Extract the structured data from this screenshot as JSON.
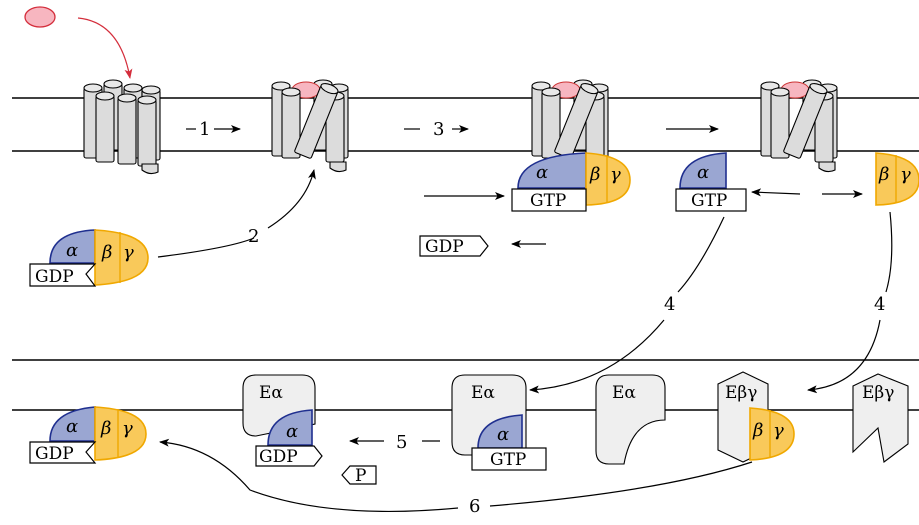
{
  "colors": {
    "ligand": "#f7b6c0",
    "ligand_arrow": "#d42e3c",
    "alpha_fill": "#9aa6d2",
    "alpha_stroke": "#1f2f8f",
    "betagamma_fill": "#f9c95a",
    "betagamma_stroke": "#f0a800",
    "receptor": "#dcdcdc",
    "effector": "#efefef"
  },
  "labels": {
    "alpha": "α",
    "beta": "β",
    "gamma": "γ",
    "gdp": "GDP",
    "gtp": "GTP",
    "p": "P",
    "e_alpha": "Eα",
    "e_betagamma": "Eβγ"
  },
  "steps": [
    "1",
    "2",
    "3",
    "4",
    "4",
    "5",
    "6"
  ]
}
